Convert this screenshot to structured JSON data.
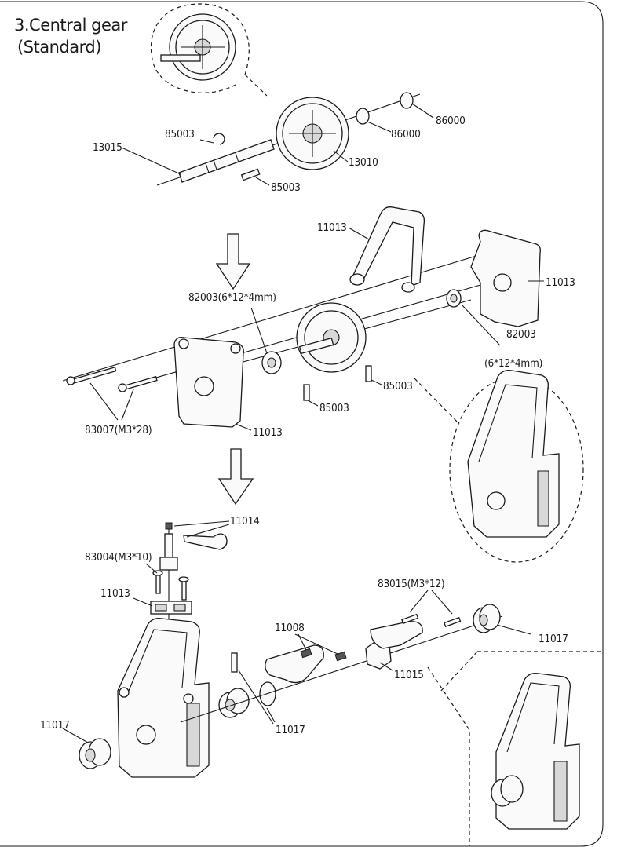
{
  "section": {
    "title_line1": "3.Central gear",
    "title_line2": "(Standard)"
  },
  "labels": {
    "l_85003_a": "85003",
    "l_13015": "13015",
    "l_85003_b": "85003",
    "l_13010": "13010",
    "l_86000_a": "86000",
    "l_86000_b": "86000",
    "l_11013_a": "11013",
    "l_11013_b": "11013",
    "l_82003_a": "82003(6*12*4mm)",
    "l_82003_b": "82003",
    "l_82003_c": "(6*12*4mm)",
    "l_85003_c": "85003",
    "l_85003_d": "85003",
    "l_83007": "83007(M3*28)",
    "l_11013_c": "11013",
    "l_11014": "11014",
    "l_83004": "83004(M3*10)",
    "l_11013_d": "11013",
    "l_83015": "83015(M3*12)",
    "l_11008": "11008",
    "l_11017_a": "11017",
    "l_11015": "11015",
    "l_11017_b": "11017",
    "l_11017_c": "11017"
  },
  "icons": {
    "arrow_1": "down-arrow-icon",
    "arrow_2": "down-arrow-icon"
  }
}
